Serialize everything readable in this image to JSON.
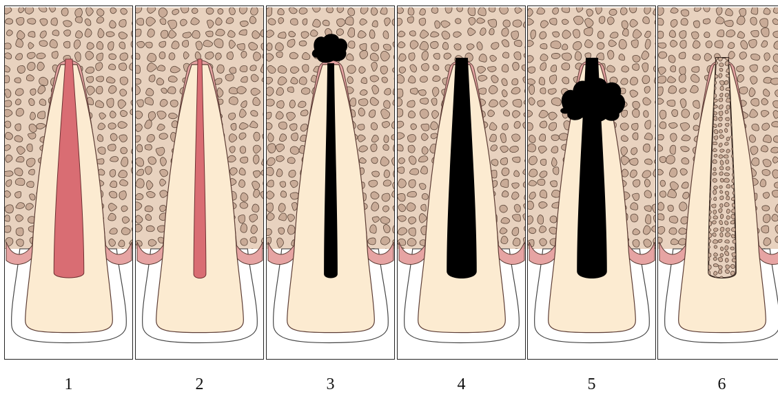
{
  "colors": {
    "bone_bg": "#e8d2bf",
    "bone_cell": "#c9ab97",
    "bone_cell_stroke": "#5a4538",
    "ligament": "#e6a4a3",
    "dentin": "#fcebd1",
    "enamel": "#ffffff",
    "pulp": "#d96d73",
    "necrotic": "#000000"
  },
  "panels": [
    {
      "label": "1",
      "pulp": "wide"
    },
    {
      "label": "2",
      "pulp": "narrow"
    },
    {
      "label": "3",
      "pulp": "black-narrow",
      "lesion": "apical-small"
    },
    {
      "label": "4",
      "pulp": "black-wide"
    },
    {
      "label": "5",
      "pulp": "black-wide",
      "lesion": "apical-large"
    },
    {
      "label": "6",
      "pulp": "bone-filled"
    }
  ]
}
